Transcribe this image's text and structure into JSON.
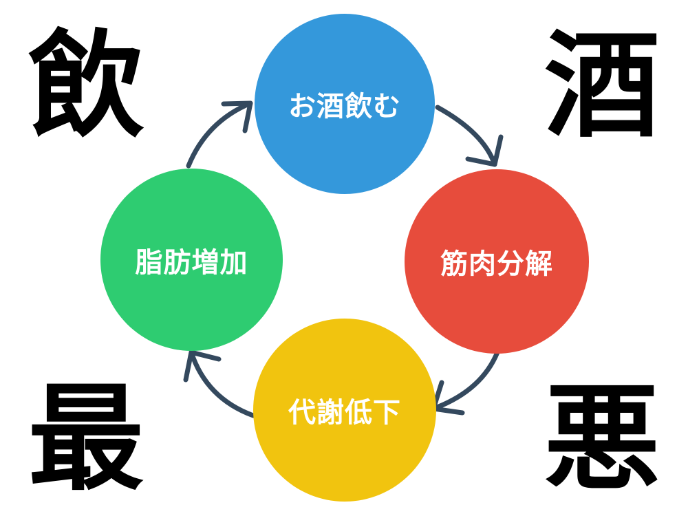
{
  "corners": {
    "top_left": "飲",
    "top_right": "酒",
    "bottom_left": "最",
    "bottom_right": "悪"
  },
  "cycle": {
    "arrow_color": "#34495e",
    "nodes": {
      "top": {
        "label": "お酒飲む",
        "color": "#3498db"
      },
      "right": {
        "label": "筋肉分解",
        "color": "#e74c3c"
      },
      "bottom": {
        "label": "代謝低下",
        "color": "#f1c40f"
      },
      "left": {
        "label": "脂肪増加",
        "color": "#2ecc71"
      }
    },
    "arrows": [
      "top-to-right",
      "right-to-bottom",
      "bottom-to-left",
      "left-to-top"
    ]
  }
}
